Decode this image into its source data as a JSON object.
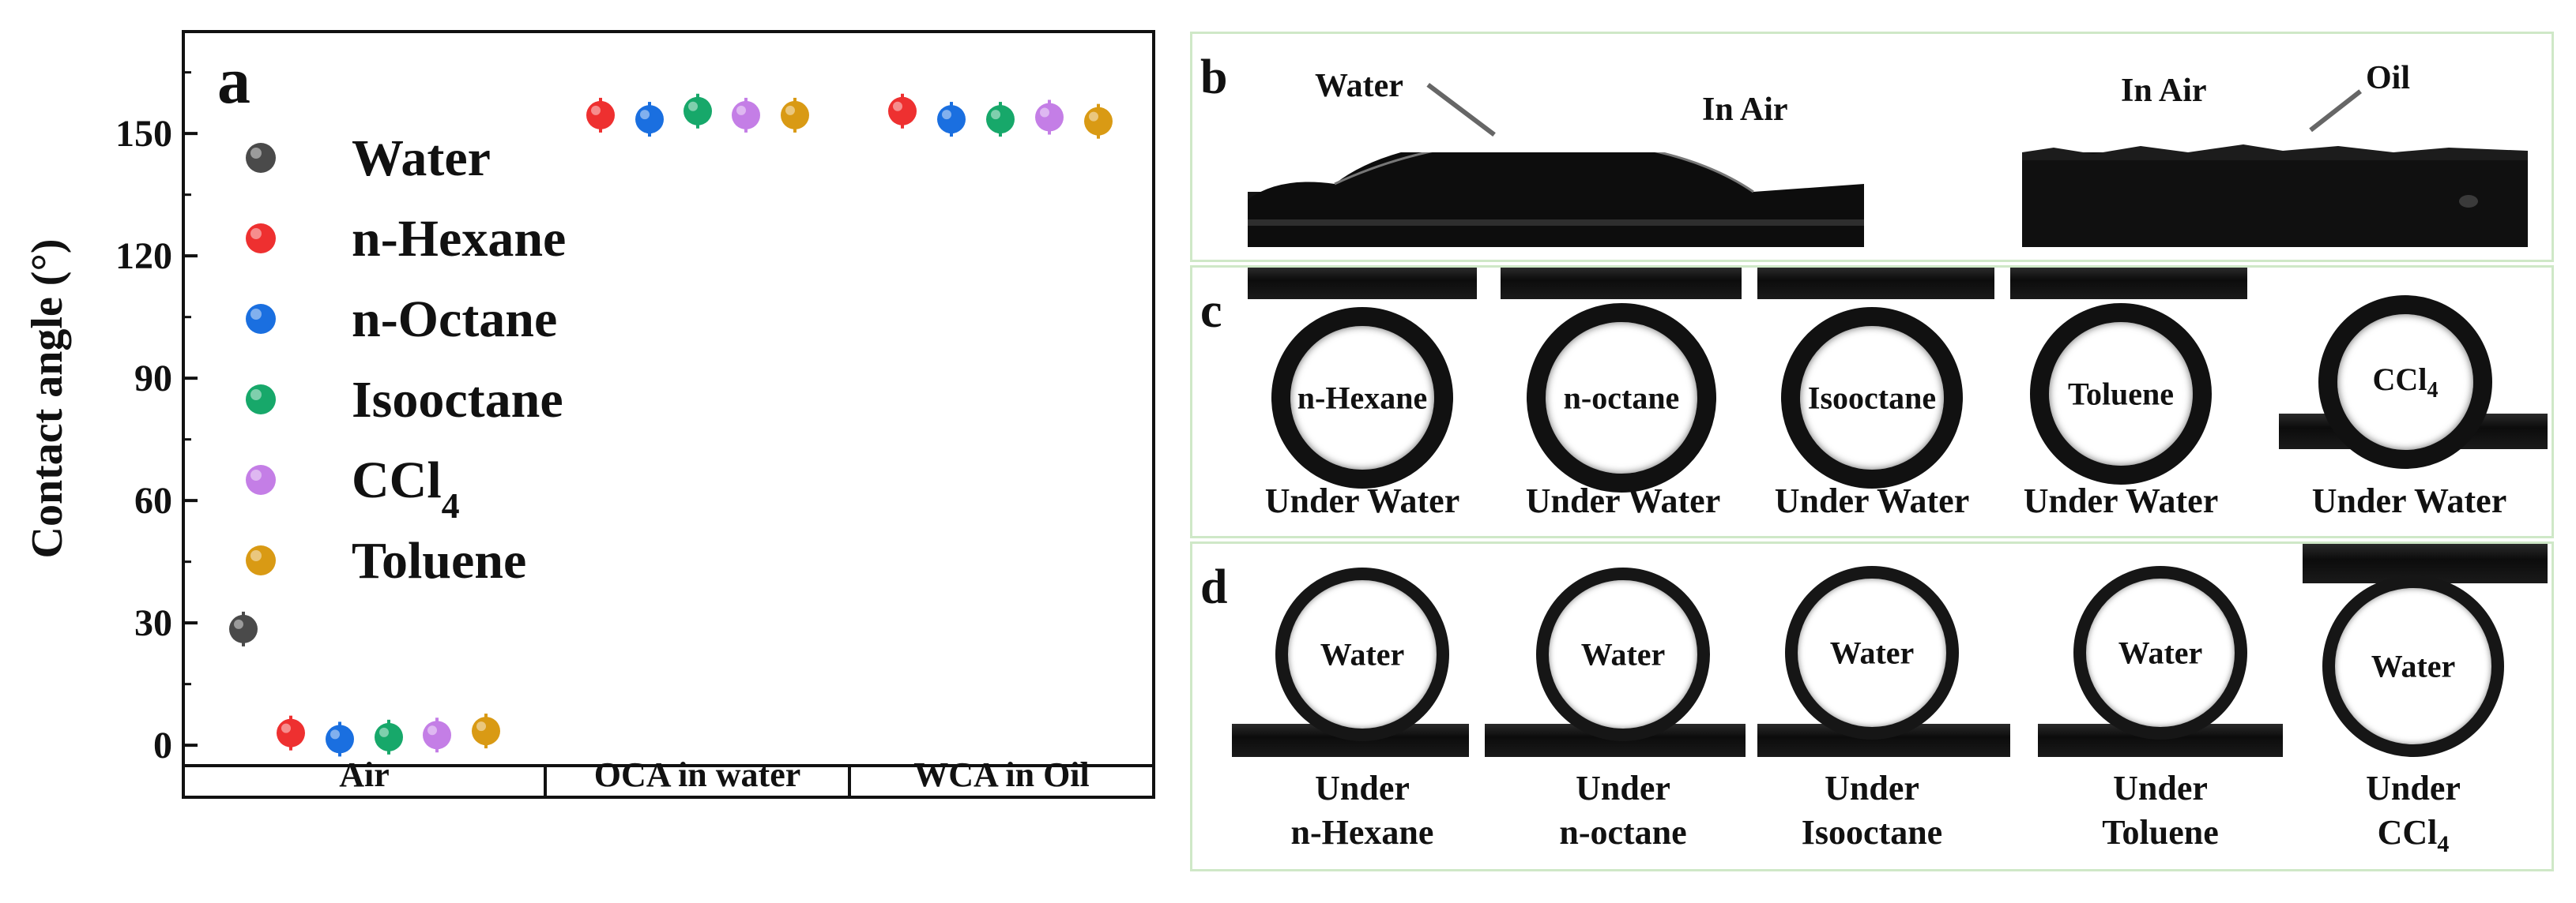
{
  "chart_data": {
    "type": "scatter",
    "panel_letter": "a",
    "ylabel": "Contact angle (°)",
    "ylim": [
      -5,
      175
    ],
    "yticks": [
      0,
      30,
      60,
      90,
      120,
      150
    ],
    "groups": [
      "Air",
      "OCA in water",
      "WCA in Oil"
    ],
    "legend_position": "upper-left",
    "series": [
      {
        "name": "Water",
        "name_sub": "",
        "color": "#4a4a4a",
        "points": [
          {
            "group": "Air",
            "y": 28.5
          }
        ]
      },
      {
        "name": "n-Hexane",
        "name_sub": "",
        "color": "#ee3030",
        "points": [
          {
            "group": "Air",
            "y": 3
          },
          {
            "group": "OCA in water",
            "y": 154.5
          },
          {
            "group": "WCA in Oil",
            "y": 155.5
          }
        ]
      },
      {
        "name": "n-Octane",
        "name_sub": "",
        "color": "#1a6fe0",
        "points": [
          {
            "group": "Air",
            "y": 1.5
          },
          {
            "group": "OCA in water",
            "y": 153.5
          },
          {
            "group": "WCA in Oil",
            "y": 153.5
          }
        ]
      },
      {
        "name": "Isooctane",
        "name_sub": "",
        "color": "#17a86a",
        "points": [
          {
            "group": "Air",
            "y": 2
          },
          {
            "group": "OCA in water",
            "y": 155.5
          },
          {
            "group": "WCA in Oil",
            "y": 153.5
          }
        ]
      },
      {
        "name": "CCl",
        "name_sub": "4",
        "color": "#c47ee6",
        "points": [
          {
            "group": "Air",
            "y": 2.5
          },
          {
            "group": "OCA in water",
            "y": 154.5
          },
          {
            "group": "WCA in Oil",
            "y": 154
          }
        ]
      },
      {
        "name": "Toluene",
        "name_sub": "",
        "color": "#d99a14",
        "points": [
          {
            "group": "Air",
            "y": 3.5
          },
          {
            "group": "OCA in water",
            "y": 154.5
          },
          {
            "group": "WCA in Oil",
            "y": 153
          }
        ]
      }
    ]
  },
  "panel_b": {
    "letter": "b",
    "left": {
      "drop_label": "Water",
      "env_label": "In Air"
    },
    "right": {
      "env_label": "In Air",
      "drop_label": "Oil"
    }
  },
  "panel_c": {
    "letter": "c",
    "drops": [
      {
        "label": "n-Hexane",
        "label_sub": "",
        "caption": "Under Water"
      },
      {
        "label": "n-octane",
        "label_sub": "",
        "caption": "Under Water"
      },
      {
        "label": "Isooctane",
        "label_sub": "",
        "caption": "Under Water"
      },
      {
        "label": "Toluene",
        "label_sub": "",
        "caption": "Under Water"
      },
      {
        "label": "CCl",
        "label_sub": "4",
        "caption": "Under Water"
      }
    ]
  },
  "panel_d": {
    "letter": "d",
    "drops": [
      {
        "label": "Water",
        "caption_line1": "Under",
        "caption_line2": "n-Hexane",
        "caption_sub": ""
      },
      {
        "label": "Water",
        "caption_line1": "Under",
        "caption_line2": "n-octane",
        "caption_sub": ""
      },
      {
        "label": "Water",
        "caption_line1": "Under",
        "caption_line2": "Isooctane",
        "caption_sub": ""
      },
      {
        "label": "Water",
        "caption_line1": "Under",
        "caption_line2": "Toluene",
        "caption_sub": ""
      },
      {
        "label": "Water",
        "caption_line1": "Under",
        "caption_line2": "CCl",
        "caption_sub": "4"
      }
    ]
  }
}
